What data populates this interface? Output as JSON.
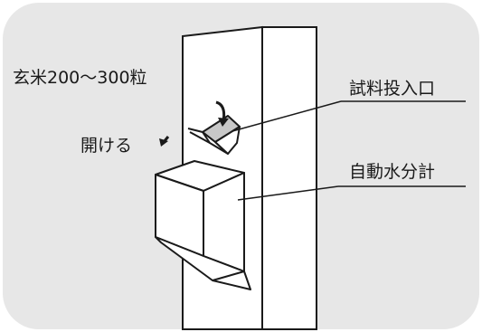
{
  "labels": {
    "sample_amount": "玄米200～300粒",
    "open_action": "開ける",
    "sample_inlet": "試料投入口",
    "moisture_meter": "自動水分計"
  },
  "colors": {
    "panel_background": "#e7e7e7",
    "line": "#1a1a1a",
    "surface": "#ffffff",
    "flap_shade": "#c8c8c8"
  }
}
